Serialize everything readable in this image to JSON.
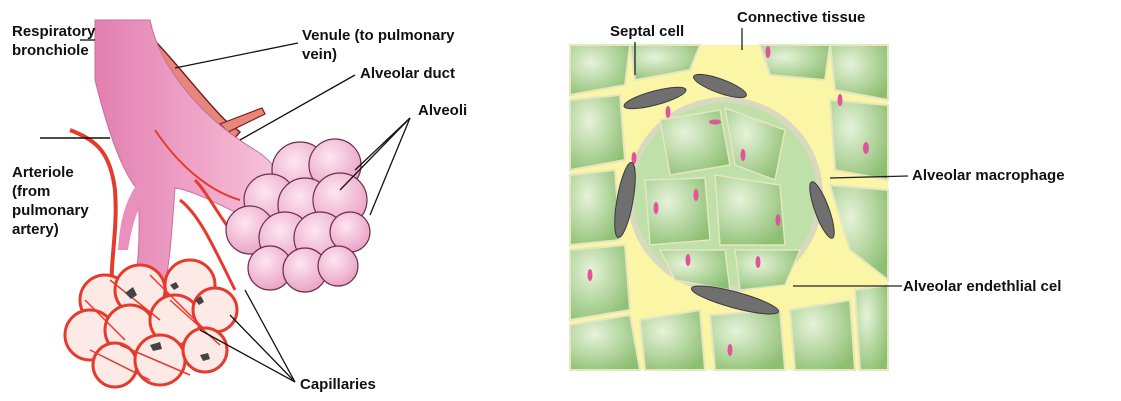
{
  "left_diagram": {
    "labels": {
      "respiratory_bronchiole": [
        "Respiratory",
        "bronchiole"
      ],
      "venule": [
        "Venule (to pulmonary",
        "vein)"
      ],
      "alveolar_duct": "Alveolar duct",
      "alveoli": "Alveoli",
      "arteriole": [
        "Arteriole",
        "(from",
        "pulmonary",
        "artery)"
      ],
      "capillaries": "Capillaries"
    }
  },
  "right_diagram": {
    "labels": {
      "septal_cell": "Septal cell",
      "connective_tissue": "Connective tissue",
      "alveolar_macrophage": "Alveolar macrophage",
      "alveolar_endothelial_cell": "Alveolar endethlial cel"
    }
  },
  "colors": {
    "vessel_red": "#e53b2c",
    "bronchiole_pink": "#e89ac0",
    "alveoli_pink": "#f2b8d1",
    "tissue_green": "#9fcb86",
    "connective_yellow": "#fbf5a6",
    "septal_gray": "#707070"
  }
}
